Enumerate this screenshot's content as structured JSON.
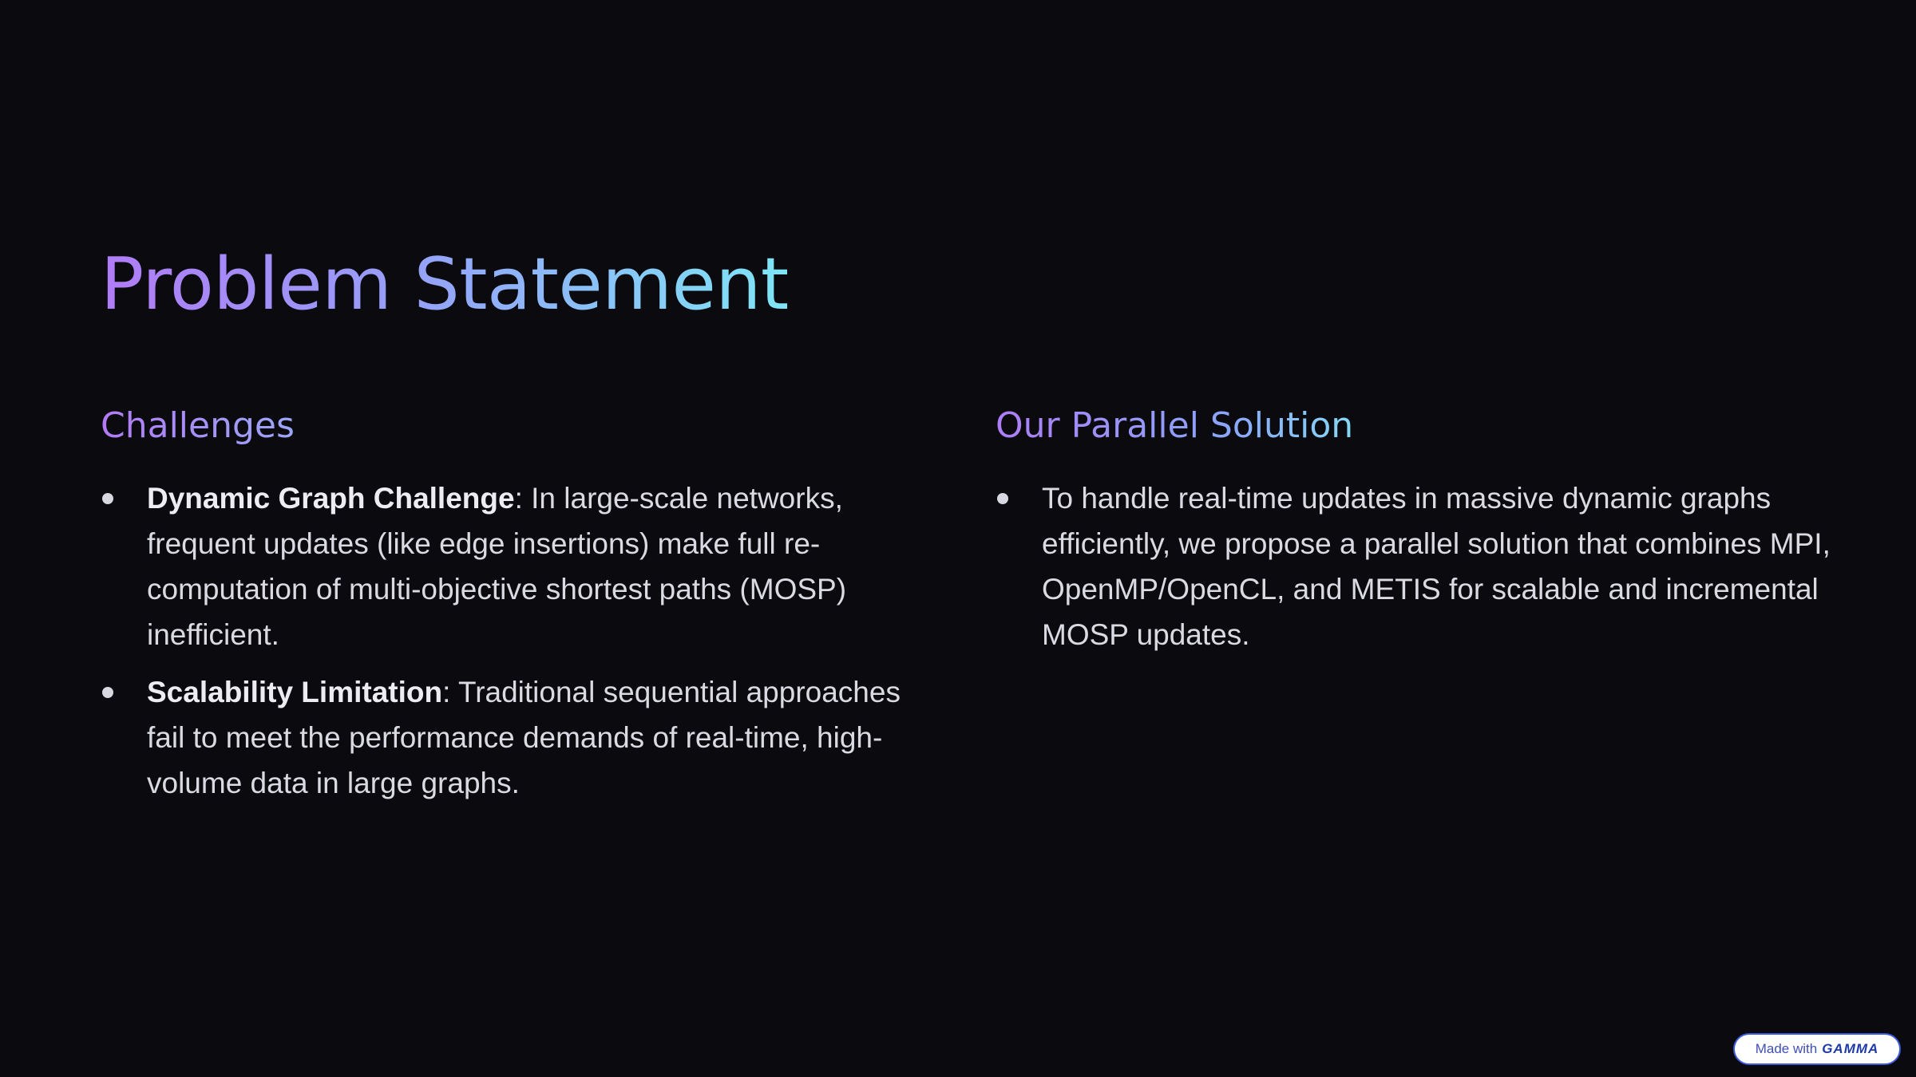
{
  "slide": {
    "title": "Problem Statement"
  },
  "left_column": {
    "heading": "Challenges",
    "bullets": [
      {
        "bold": "Dynamic Graph Challenge",
        "text": ": In large-scale networks, frequent updates (like edge insertions) make full re-computation of multi-objective shortest paths (MOSP) inefficient."
      },
      {
        "bold": "Scalability Limitation",
        "text": ": Traditional sequential approaches fail to meet the performance demands of real-time, high-volume data in large graphs."
      }
    ]
  },
  "right_column": {
    "heading": "Our Parallel Solution",
    "bullets": [
      {
        "text": "To handle real-time updates in massive dynamic graphs efficiently, we propose a parallel solution that combines MPI, OpenMP/OpenCL, and METIS for scalable and incremental MOSP updates."
      }
    ]
  },
  "badge": {
    "prefix": "Made with",
    "brand": "GAMMA"
  },
  "colors": {
    "background": "#0a0a0f",
    "title_gradient_start": "#b07cf6",
    "title_gradient_end": "#7ee6f6",
    "body_text": "#dadae2"
  }
}
